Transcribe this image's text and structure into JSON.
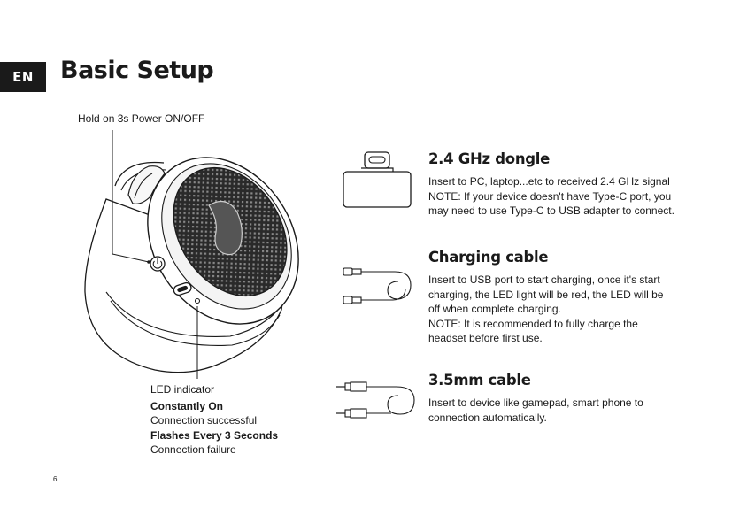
{
  "header": {
    "lang": "EN",
    "title": "Basic Setup"
  },
  "product": {
    "power_note": "Hold on 3s Power ON/OFF",
    "led": {
      "title": "LED indicator",
      "states": [
        {
          "mode": "Constantly On",
          "meaning": "Connection successful"
        },
        {
          "mode": "Flashes Every 3 Seconds",
          "meaning": "Connection failure"
        }
      ]
    }
  },
  "accessories": [
    {
      "name": "2.4 GHz dongle",
      "lines": [
        "Insert to PC, laptop...etc to received 2.4 GHz signal",
        "NOTE: If your device doesn't have Type-C port, you",
        "may need to use Type-C to USB adapter to connect."
      ],
      "icon": "usb-c-dongle-icon"
    },
    {
      "name": "Charging cable",
      "lines": [
        "Insert to USB port to start charging, once it's start",
        "charging, the LED light will be red, the LED will be",
        "off when complete charging.",
        "NOTE: It is recommended to fully charge the",
        "headset before first use."
      ],
      "icon": "charging-cable-icon"
    },
    {
      "name": "3.5mm cable",
      "lines": [
        "Insert to device like gamepad, smart phone to",
        "connection automatically."
      ],
      "icon": "audio-cable-icon"
    }
  ],
  "footer": {
    "page_number": "6"
  }
}
